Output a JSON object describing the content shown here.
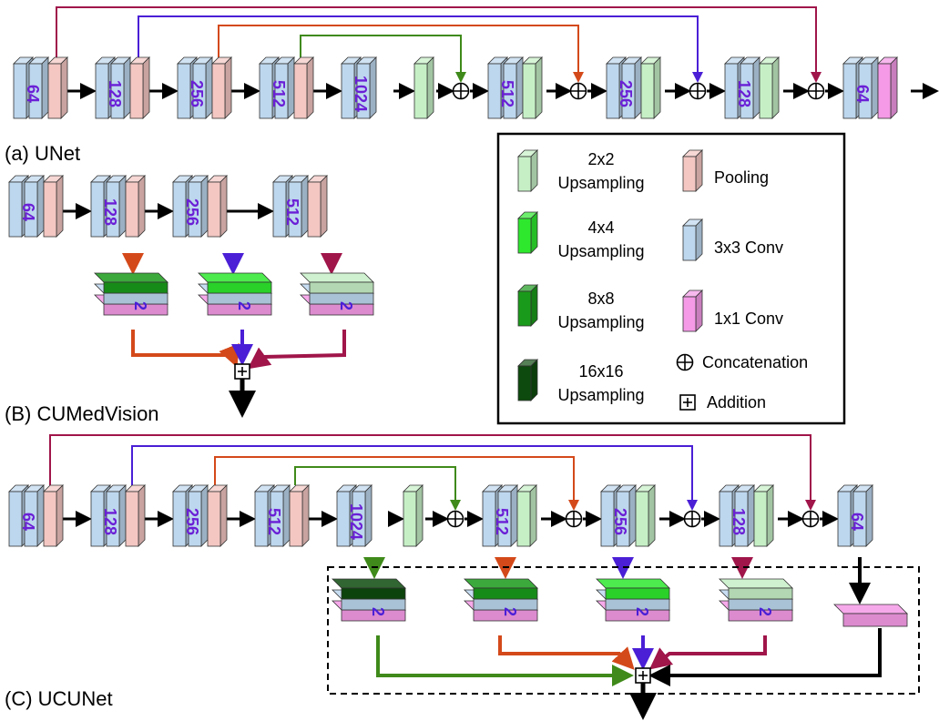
{
  "panels": {
    "a": {
      "caption": "(a) UNet",
      "encoder": [
        "64",
        "128",
        "256",
        "512",
        "1024"
      ],
      "decoder": [
        "512",
        "256",
        "128",
        "64"
      ]
    },
    "b": {
      "caption": "(B) CUMedVision",
      "encoder": [
        "64",
        "128",
        "256",
        "512"
      ],
      "head_label": "2"
    },
    "c": {
      "caption": "(C) UCUNet",
      "encoder": [
        "64",
        "128",
        "256",
        "512",
        "1024"
      ],
      "decoder": [
        "512",
        "256",
        "128",
        "64"
      ],
      "head_label": "2"
    }
  },
  "legend": {
    "up2": [
      "2x2",
      "Upsampling"
    ],
    "up4": [
      "4x4",
      "Upsampling"
    ],
    "up8": [
      "8x8",
      "Upsampling"
    ],
    "up16": [
      "16x16",
      "Upsampling"
    ],
    "pool": "Pooling",
    "conv3": "3x3 Conv",
    "conv1": "1x1 Conv",
    "concat": "Concatenation",
    "add": "Addition"
  },
  "colors": {
    "conv3": "#bdd7ee",
    "pool": "#f4c7c3",
    "conv1": "#f49ae6",
    "up2": "#c6efc6",
    "up4": "#2ee82e",
    "up8": "#1a9a1a",
    "up16": "#0d4a0d",
    "num": "#6a1fd6",
    "skip_64": "#a0154a",
    "skip_128": "#4a1fd6",
    "skip_256": "#d4491a",
    "skip_512": "#3f8a1a"
  }
}
